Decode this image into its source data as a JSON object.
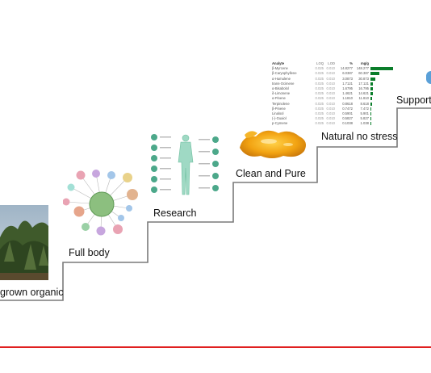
{
  "labels": {
    "step1": "grown organic",
    "step2": "Full body",
    "step3": "Research",
    "step4": "Clean and Pure",
    "step5": "Natural no stress",
    "step6": "Support"
  },
  "table": {
    "headers": [
      "Analyte",
      "LOQ",
      "LOD",
      "%",
      "mg/g"
    ],
    "rows": [
      {
        "name": "β-Myrcene",
        "loq": "0.025",
        "lod": "0.010",
        "pct": "14.8277",
        "mg": "148.277",
        "bar": 1.0
      },
      {
        "name": "β-Caryophyllene",
        "loq": "0.025",
        "lod": "0.010",
        "pct": "6.0387",
        "mg": "60.387",
        "bar": 0.41
      },
      {
        "name": "α-Humulene",
        "loq": "0.025",
        "lod": "0.010",
        "pct": "3.0873",
        "mg": "30.873",
        "bar": 0.21
      },
      {
        "name": "trans-Ocimene",
        "loq": "0.025",
        "lod": "0.010",
        "pct": "1.7121",
        "mg": "17.121",
        "bar": 0.12
      },
      {
        "name": "α-Bisabolol",
        "loq": "0.025",
        "lod": "0.010",
        "pct": "1.6795",
        "mg": "16.795",
        "bar": 0.11
      },
      {
        "name": "δ-Limonene",
        "loq": "0.025",
        "lod": "0.010",
        "pct": "1.4621",
        "mg": "14.621",
        "bar": 0.1
      },
      {
        "name": "α-Pinene",
        "loq": "0.025",
        "lod": "0.010",
        "pct": "1.1810",
        "mg": "11.810",
        "bar": 0.08
      },
      {
        "name": "Terpinolene",
        "loq": "0.025",
        "lod": "0.010",
        "pct": "0.8618",
        "mg": "8.618",
        "bar": 0.06
      },
      {
        "name": "β-Pinene",
        "loq": "0.025",
        "lod": "0.010",
        "pct": "0.7472",
        "mg": "7.472",
        "bar": 0.05
      },
      {
        "name": "Linalool",
        "loq": "0.025",
        "lod": "0.010",
        "pct": "0.5901",
        "mg": "5.901",
        "bar": 0.04
      },
      {
        "name": "(-)-Guaiol",
        "loq": "0.025",
        "lod": "0.010",
        "pct": "0.5827",
        "mg": "5.827",
        "bar": 0.04
      },
      {
        "name": "p-Cymene",
        "loq": "0.025",
        "lod": "0.010",
        "pct": "0.1038",
        "mg": "1.038",
        "bar": 0.01
      }
    ]
  },
  "colors": {
    "accent_line": "#e02020",
    "stair_line": "#7a7a7a",
    "bar": "#0a7d2a"
  }
}
